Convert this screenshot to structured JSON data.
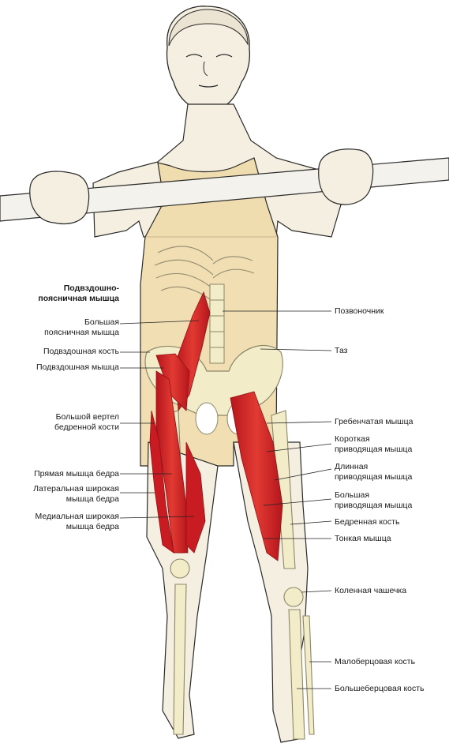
{
  "figure": {
    "colors": {
      "skin": "#f3ecdc",
      "outline": "#2a2a2a",
      "shirt": "#efd9a6",
      "bone": "#f2edc8",
      "muscle": "#d81f26",
      "muscle_dark": "#a4141a",
      "bar": "#f4f2ec",
      "leader": "#222222"
    },
    "left_labels": {
      "iliopsoas": [
        "Подвздошно-",
        "поясничная мышца"
      ],
      "psoas_major": [
        "Большая",
        "поясничная мышца"
      ],
      "ilium": "Подвздошная кость",
      "iliacus": "Подвздошная мышца",
      "greater_trochanter": [
        "Большой вертел",
        "бедренной кости"
      ],
      "rectus_femoris": "Прямая мышца бедра",
      "vastus_lateralis": [
        "Латеральная широкая",
        "мышца бедра"
      ],
      "vastus_medialis": [
        "Медиальная широкая",
        "мышца бедра"
      ]
    },
    "right_labels": {
      "spine": "Позвоночник",
      "pelvis": "Таз",
      "pectineus": "Гребенчатая мышца",
      "adductor_brevis": [
        "Короткая",
        "приводящая мышца"
      ],
      "adductor_longus": [
        "Длинная",
        "приводящая мышца"
      ],
      "adductor_magnus": [
        "Большая",
        "приводящая мышца"
      ],
      "femur": "Бедренная кость",
      "gracilis": "Тонкая мышца",
      "patella": "Коленная чашечка",
      "fibula": "Малоберцовая кость",
      "tibia": "Большеберцовая кость"
    }
  }
}
